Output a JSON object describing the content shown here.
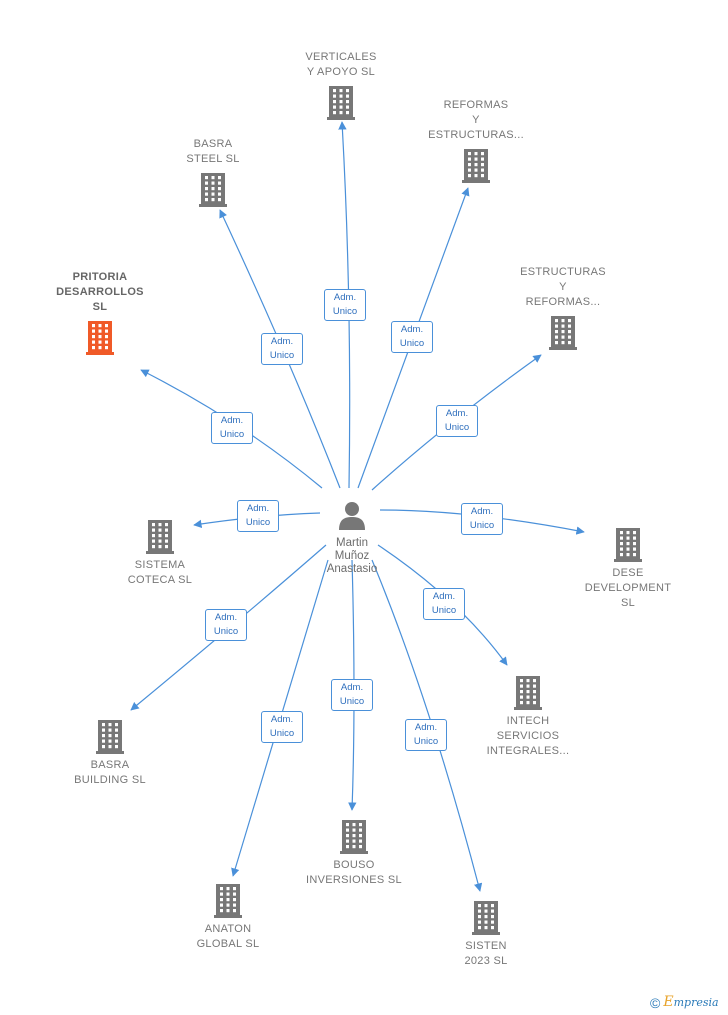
{
  "center": {
    "name": "Martin\nMuñoz\nAnastasio"
  },
  "relation_label": "Adm.\nUnico",
  "colors": {
    "edge": "#4a90d9",
    "building": "#777777",
    "building_highlight": "#f05a28"
  },
  "nodes": [
    {
      "id": "verticales",
      "name": "VERTICALES\nY APOYO  SL",
      "highlight": false
    },
    {
      "id": "reformas",
      "name": "REFORMAS\nY\nESTRUCTURAS...",
      "highlight": false
    },
    {
      "id": "basra_steel",
      "name": "BASRA\nSTEEL  SL",
      "highlight": false
    },
    {
      "id": "estructuras",
      "name": "ESTRUCTURAS\nY\nREFORMAS...",
      "highlight": false
    },
    {
      "id": "pritoria",
      "name": "PRITORIA\nDESARROLLOS\nSL",
      "highlight": true
    },
    {
      "id": "sistema",
      "name": "SISTEMA\nCOTECA  SL",
      "highlight": false
    },
    {
      "id": "dese",
      "name": "DESE\nDEVELOPMENT\nSL",
      "highlight": false
    },
    {
      "id": "basra_building",
      "name": "BASRA\nBUILDING  SL",
      "highlight": false
    },
    {
      "id": "intech",
      "name": "INTECH\nSERVICIOS\nINTEGRALES...",
      "highlight": false
    },
    {
      "id": "bouso",
      "name": "BOUSO\nINVERSIONES SL",
      "highlight": false
    },
    {
      "id": "anaton",
      "name": "ANATON\nGLOBAL  SL",
      "highlight": false
    },
    {
      "id": "sisten",
      "name": "SISTEN\n2023  SL",
      "highlight": false
    }
  ],
  "footer": {
    "copyright": "©",
    "brand_initial": "E",
    "brand_rest": "mpresia"
  }
}
